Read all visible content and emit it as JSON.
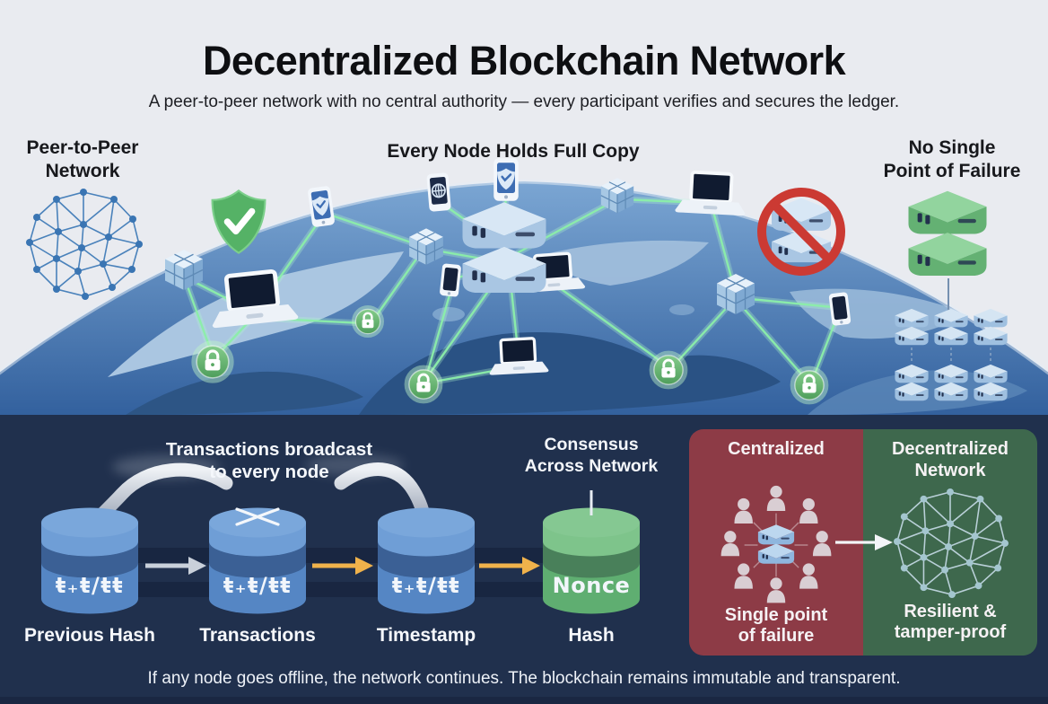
{
  "header": {
    "title": "Decentralized Blockchain Network",
    "subtitle": "A peer-to-peer network with no central authority — every participant verifies and secures the ledger."
  },
  "scene": {
    "label_left": "Peer-to-Peer\nNetwork",
    "label_center": "Every Node Holds Full Copy",
    "label_right": "No Single\nPoint of Failure",
    "icons": [
      "mesh-network",
      "check-shield",
      "blockchain-cube",
      "laptop-node",
      "phone-node",
      "shield-phone",
      "server-stack",
      "padlock",
      "crossed-out-server",
      "green-server-stack",
      "mini-server-grid",
      "globe"
    ]
  },
  "flow": {
    "broadcast_caption": "Transactions broadcast\nto every node",
    "consensus_caption": "Consensus\nAcross Network",
    "cylinders": [
      {
        "label": "Previous Hash",
        "body": "ŧ₊ŧ/ŧŧ",
        "color": "blue"
      },
      {
        "label": "Transactions",
        "body": "ŧ₊ŧ/ŧŧ",
        "color": "blue"
      },
      {
        "label": "Timestamp",
        "body": "ŧ₊ŧ/ŧŧ",
        "color": "blue"
      },
      {
        "label": "Hash",
        "body": "Nonce",
        "color": "green"
      }
    ]
  },
  "comparison": {
    "centralized": {
      "title": "Centralized",
      "caption": "Single point\nof failure"
    },
    "decentralized": {
      "title": "Decentralized\nNetwork",
      "caption": "Resilient &\ntamper-proof"
    }
  },
  "footer": "If any node goes offline, the network continues. The blockchain remains immutable and transparent.",
  "colors": {
    "light_bg": "#e9ebf0",
    "dark_bg": "#20304d",
    "cylinder_blue": "#5586c4",
    "cylinder_green": "#5fae71",
    "arrow_yellow": "#f0b24b",
    "panel_red": "#8d3b46",
    "panel_green": "#3e684d",
    "accent_green": "#55b266",
    "alert_red": "#cb3a33",
    "link_green": "#8beea9"
  }
}
